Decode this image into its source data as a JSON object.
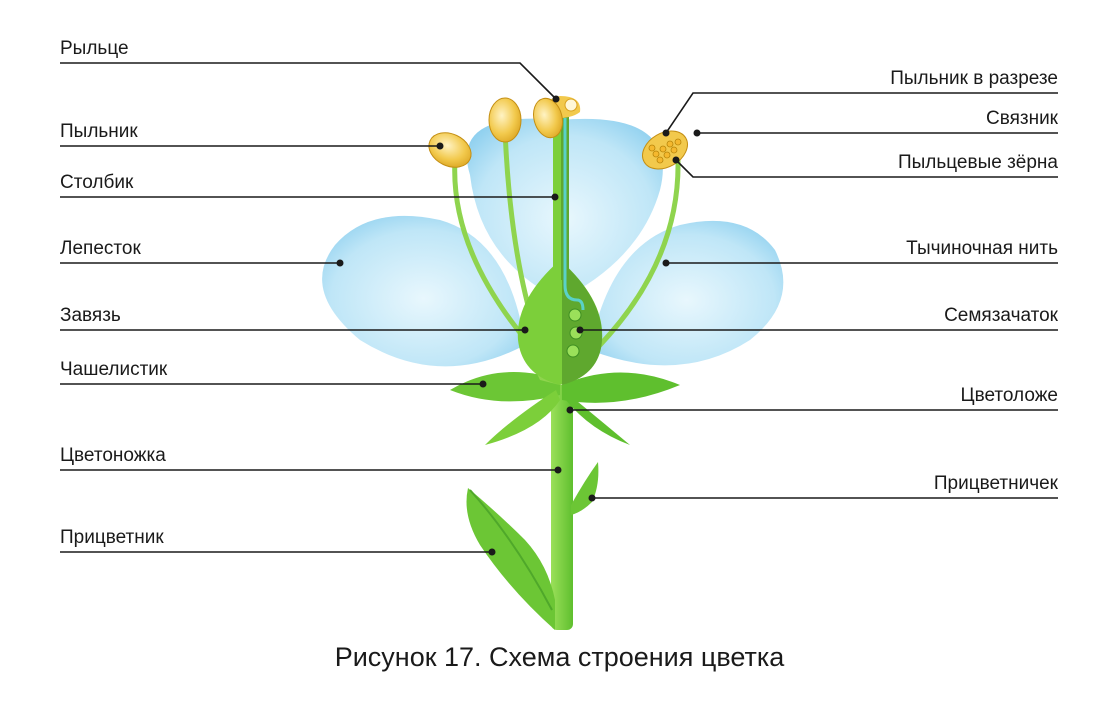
{
  "labels_left": {
    "stigma": "Рыльце",
    "anther": "Пыльник",
    "style": "Столбик",
    "petal": "Лепесток",
    "ovary": "Завязь",
    "sepal": "Чашелистик",
    "pedicel": "Цветоножка",
    "bract": "Прицветник"
  },
  "labels_right": {
    "anther_section": "Пыльник в разрезе",
    "connective": "Связник",
    "pollen_grains": "Пыльцевые зёрна",
    "filament": "Тычиночная нить",
    "ovule": "Семязачаток",
    "receptacle": "Цветоложе",
    "bracteole": "Прицветничек"
  },
  "caption": "Рисунок 17.  Схема строения цветка",
  "colors": {
    "petal": "#bfe6f7",
    "petal_edge": "#8fd0ef",
    "green": "#7ccf3a",
    "green_dark": "#4fa82a",
    "anther": "#f2c94c",
    "anther_dark": "#d9a21f",
    "pollen": "#f5b82e",
    "style_channel": "#5ad1c8"
  }
}
